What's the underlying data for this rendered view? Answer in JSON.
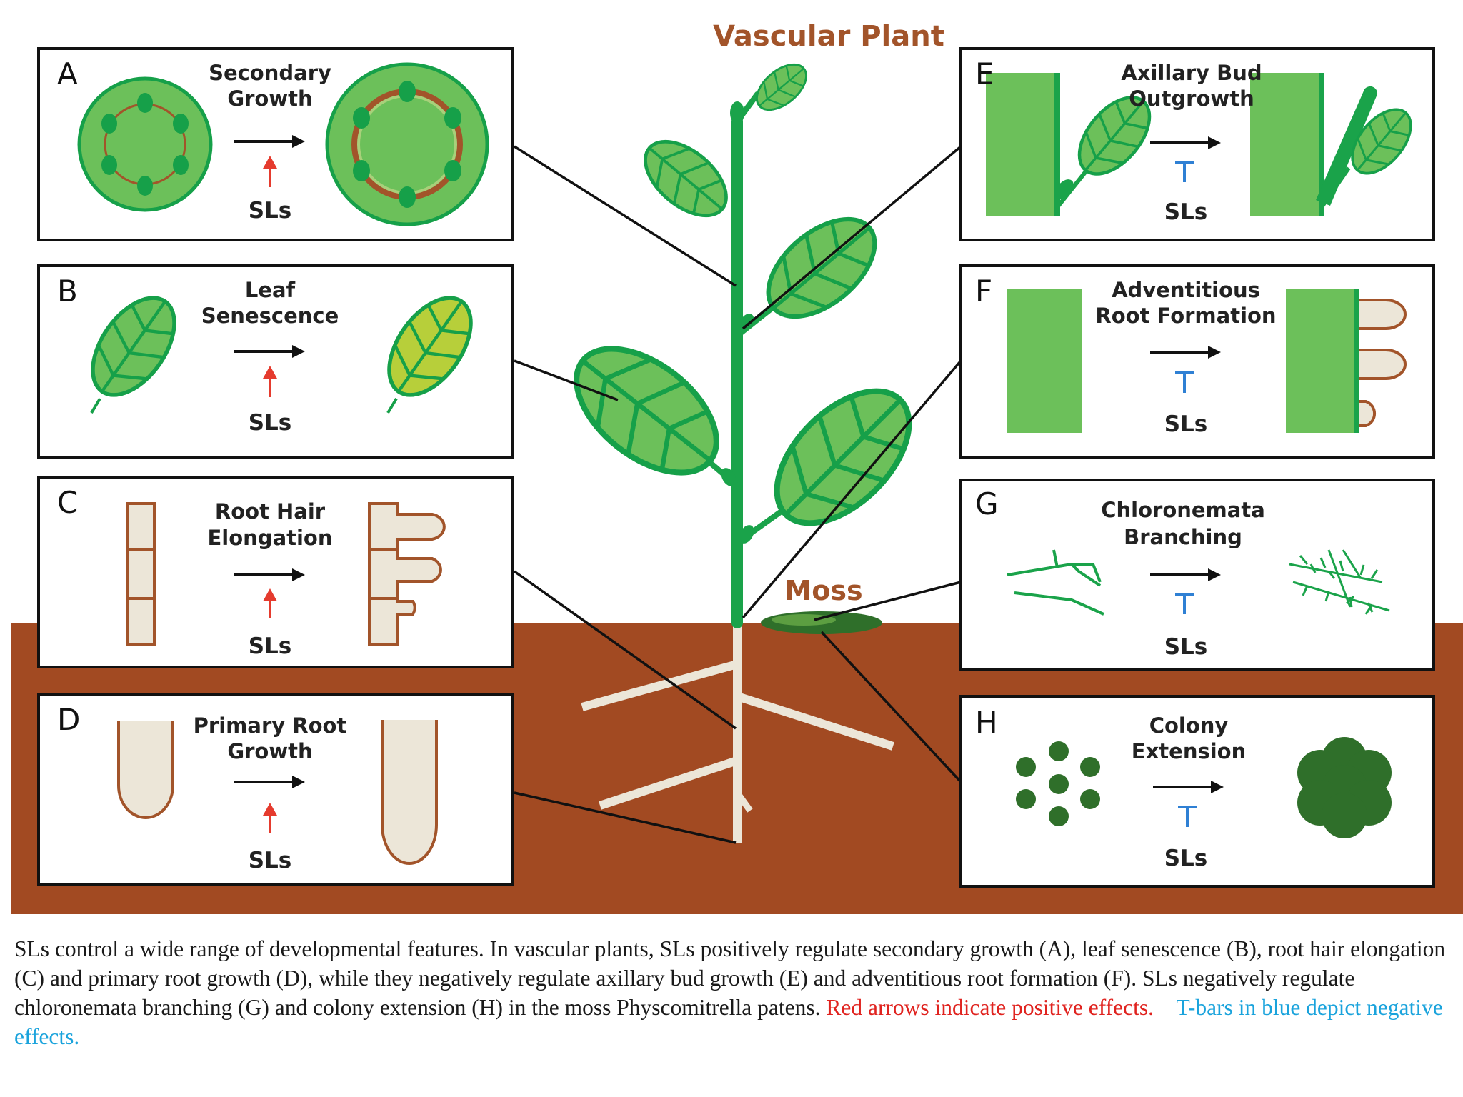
{
  "title": "Vascular Plant",
  "moss_label": "Moss",
  "regulator": "SLs",
  "panels": [
    {
      "letter": "A",
      "line1": "Secondary",
      "line2": "Growth",
      "effect": "positive"
    },
    {
      "letter": "B",
      "line1": "Leaf",
      "line2": "Senescence",
      "effect": "positive"
    },
    {
      "letter": "C",
      "line1": "Root Hair",
      "line2": "Elongation",
      "effect": "positive"
    },
    {
      "letter": "D",
      "line1": "Primary Root",
      "line2": "Growth",
      "effect": "positive"
    },
    {
      "letter": "E",
      "line1": "Axillary Bud",
      "line2": "Outgrowth",
      "effect": "negative"
    },
    {
      "letter": "F",
      "line1": "Adventitious",
      "line2": "Root Formation",
      "effect": "negative"
    },
    {
      "letter": "G",
      "line1": "Chloronemata",
      "line2": "Branching",
      "effect": "negative"
    },
    {
      "letter": "H",
      "line1": "Colony",
      "line2": "Extension",
      "effect": "negative"
    }
  ],
  "caption": {
    "main": " SLs control a wide range of developmental features. In vascular plants, SLs positively regulate secondary growth (A), leaf senescence (B), root hair elongation (C) and primary root growth (D), while they negatively regulate axillary bud growth (E) and adventitious root formation (F). SLs negatively regulate chloronemata branching (G) and colony extension (H) in the moss Physcomitrella patens. ",
    "red": "Red arrows indicate positive effects.",
    "blue": "T-bars in blue depict negative effects."
  },
  "colors": {
    "soil": "#a24a22",
    "plant_green": "#1aa34a",
    "leaf_fill": "#6cc05a",
    "positive": "#e53b2e",
    "negative": "#2f80d4",
    "title_brown": "#a2542a"
  }
}
